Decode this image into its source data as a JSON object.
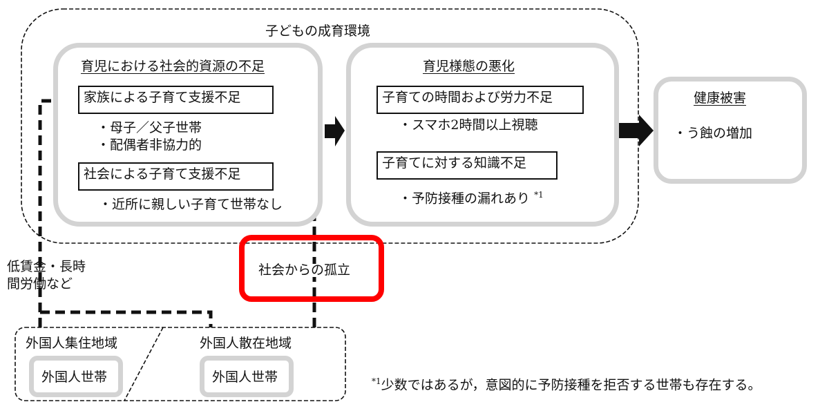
{
  "outer_region": {
    "title": "子どもの成育環境"
  },
  "left_panel": {
    "title": "育児における社会的資源の不足",
    "groups": [
      {
        "label": "家族による子育て支援不足",
        "bullets": [
          "・母子／父子世帯",
          "・配偶者非協力的"
        ]
      },
      {
        "label": "社会による子育て支援不足",
        "bullets": [
          "・近所に親しい子育て世帯なし"
        ]
      }
    ]
  },
  "middle_panel": {
    "title": "育児様態の悪化",
    "groups": [
      {
        "label": "子育ての時間および労力不足",
        "bullets": [
          "・スマホ2時間以上視聴"
        ]
      },
      {
        "label": "子育てに対する知識不足",
        "bullets": [
          "・予防接種の漏れあり"
        ],
        "footnote_mark": "*1"
      }
    ]
  },
  "right_panel": {
    "title": "健康被害",
    "bullets": [
      "・う蝕の増加"
    ]
  },
  "isolation_box": {
    "label": "社会からの孤立",
    "border_color": "#ff0000"
  },
  "side_note": {
    "lines": [
      "低賃金・長時",
      "間労働など"
    ]
  },
  "bottom_region": {
    "areas": [
      {
        "title": "外国人集住地域",
        "household": "外国人世帯"
      },
      {
        "title": "外国人散在地域",
        "household": "外国人世帯"
      }
    ]
  },
  "footnote": {
    "mark": "*1",
    "text": "少数ではあるが，意図的に予防接種を拒否する世帯も存在する。"
  },
  "colors": {
    "panel_border": "#d3d3d3",
    "highlight": "#ff0000",
    "ink": "#111111"
  }
}
